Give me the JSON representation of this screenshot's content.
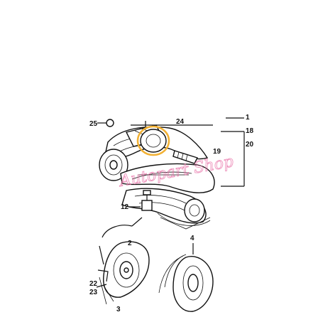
{
  "diagram": {
    "callouts": {
      "c25": "25",
      "c24": "24",
      "c19": "19",
      "c12": "12",
      "c4": "4",
      "c18": "18",
      "c20": "20",
      "c1": "1",
      "c22": "22",
      "c23": "23",
      "c2": "2",
      "c3": "3"
    },
    "watermark": "Autopart Shop",
    "highlight_color": "#f2b134",
    "watermark_color": "#e86fa6"
  }
}
